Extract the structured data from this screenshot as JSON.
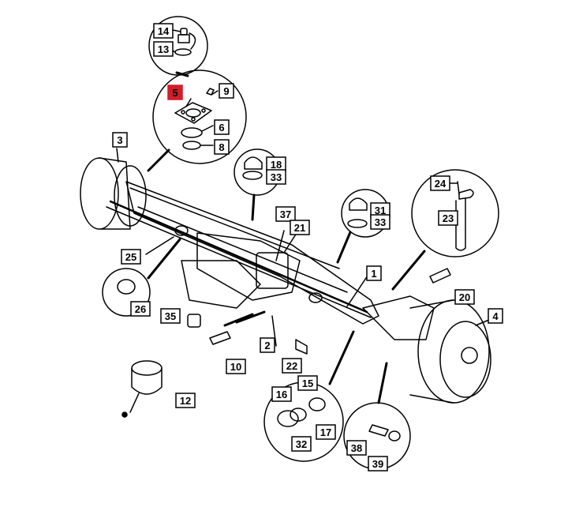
{
  "diagram": {
    "callouts": [
      {
        "id": "c14",
        "text": "14",
        "highlight": false
      },
      {
        "id": "c13",
        "text": "13",
        "highlight": false
      },
      {
        "id": "c5",
        "text": "5",
        "highlight": true
      },
      {
        "id": "c9",
        "text": "9",
        "highlight": false
      },
      {
        "id": "c6",
        "text": "6",
        "highlight": false
      },
      {
        "id": "c8",
        "text": "8",
        "highlight": false
      },
      {
        "id": "c3",
        "text": "3",
        "highlight": false
      },
      {
        "id": "c18",
        "text": "18",
        "highlight": false
      },
      {
        "id": "c33a",
        "text": "33",
        "highlight": false
      },
      {
        "id": "c24",
        "text": "24",
        "highlight": false
      },
      {
        "id": "c23",
        "text": "23",
        "highlight": false
      },
      {
        "id": "c37",
        "text": "37",
        "highlight": false
      },
      {
        "id": "c21",
        "text": "21",
        "highlight": false
      },
      {
        "id": "c31",
        "text": "31",
        "highlight": false
      },
      {
        "id": "c33b",
        "text": "33",
        "highlight": false
      },
      {
        "id": "c25",
        "text": "25",
        "highlight": false
      },
      {
        "id": "c1",
        "text": "1",
        "highlight": false
      },
      {
        "id": "c20",
        "text": "20",
        "highlight": false
      },
      {
        "id": "c26",
        "text": "26",
        "highlight": false
      },
      {
        "id": "c35",
        "text": "35",
        "highlight": false
      },
      {
        "id": "c4",
        "text": "4",
        "highlight": false
      },
      {
        "id": "c2",
        "text": "2",
        "highlight": false
      },
      {
        "id": "c10",
        "text": "10",
        "highlight": false
      },
      {
        "id": "c22",
        "text": "22",
        "highlight": false
      },
      {
        "id": "c12",
        "text": "12",
        "highlight": false
      },
      {
        "id": "c16",
        "text": "16",
        "highlight": false
      },
      {
        "id": "c15",
        "text": "15",
        "highlight": false
      },
      {
        "id": "c17",
        "text": "17",
        "highlight": false
      },
      {
        "id": "c32",
        "text": "32",
        "highlight": false
      },
      {
        "id": "c38",
        "text": "38",
        "highlight": false
      },
      {
        "id": "c39",
        "text": "39",
        "highlight": false
      }
    ],
    "colors": {
      "highlight": "#d01f2a",
      "line": "#000000"
    }
  }
}
